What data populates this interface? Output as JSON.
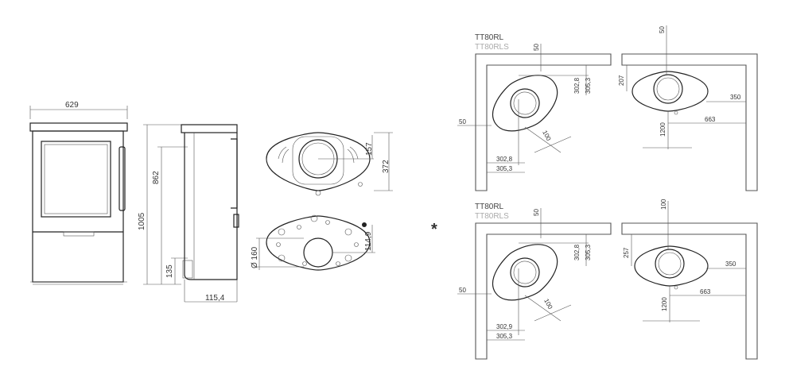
{
  "front_view": {
    "width": "629",
    "height": "1005"
  },
  "side_view": {
    "height_upper": "862",
    "height_lower": "135",
    "depth_offset": "115,4"
  },
  "top_view": {
    "dim_vertical": "157",
    "dim_total": "372"
  },
  "bottom_view": {
    "flue_diameter": "Ø 160",
    "dim_offset": "114,9"
  },
  "marker": {
    "symbol": "*",
    "color": "#ff6a00"
  },
  "install_top": {
    "title": "TT80RL",
    "subtitle": "TT80RLS",
    "corner": {
      "d_top": "50",
      "d_left": "50",
      "d_a": "302,8",
      "d_b": "305,3",
      "d_c": "302,8",
      "d_d": "305,3",
      "d_diag": "100"
    },
    "wall": {
      "d_top": "50",
      "d_left": "207",
      "d_right": "350",
      "d_bottom": "663",
      "d_front": "1200"
    }
  },
  "install_bottom": {
    "title": "TT80RL",
    "subtitle": "TT80RLS",
    "corner": {
      "d_top": "50",
      "d_left": "50",
      "d_a": "302,8",
      "d_b": "305,3",
      "d_c": "302,9",
      "d_d": "305,3",
      "d_diag": "100"
    },
    "wall": {
      "d_top": "100",
      "d_left": "257",
      "d_right": "350",
      "d_bottom": "663",
      "d_front": "1200"
    }
  }
}
